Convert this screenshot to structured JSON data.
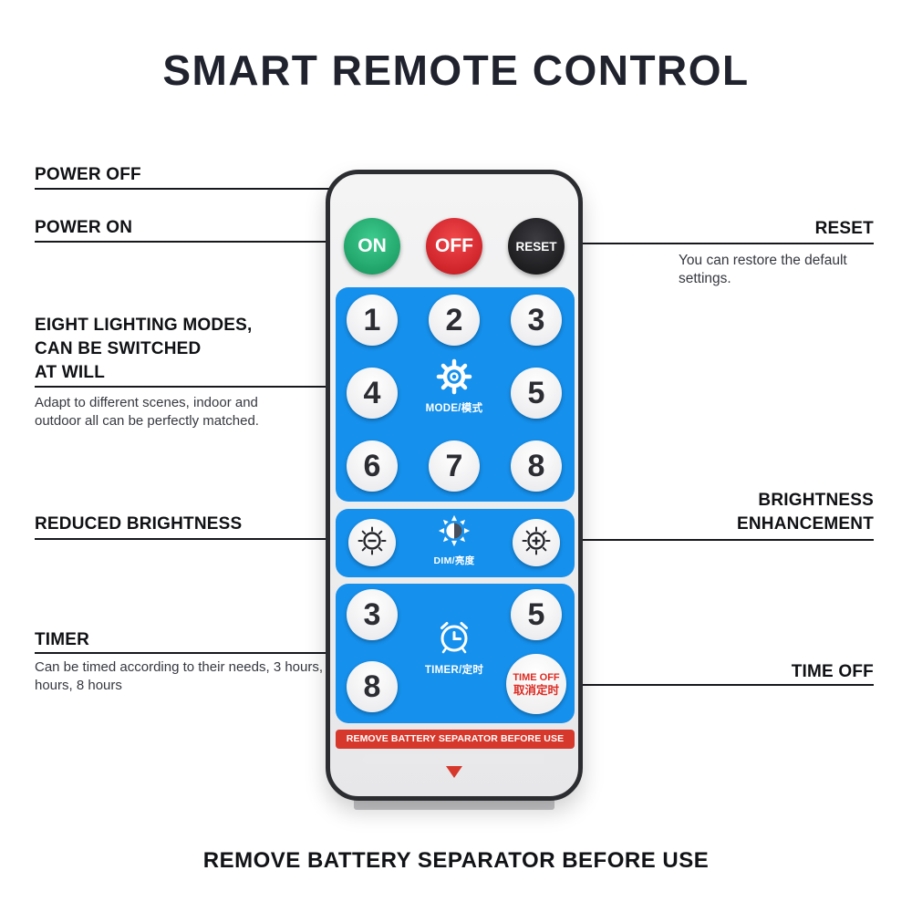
{
  "title": "SMART REMOTE CONTROL",
  "footer_caption": "REMOVE BATTERY SEPARATOR BEFORE USE",
  "annotations": {
    "power_off": {
      "label": "POWER OFF"
    },
    "power_on": {
      "label": "POWER ON"
    },
    "lighting_modes": {
      "label": "EIGHT LIGHTING MODES,\nCAN BE SWITCHED\nAT WILL",
      "description": "Adapt to different scenes, indoor and outdoor all can be perfectly matched."
    },
    "reduced_brightness": {
      "label": "REDUCED BRIGHTNESS"
    },
    "timer": {
      "label": "TIMER",
      "description": "Can be timed according to their needs, 3 hours, 5 hours, 8 hours"
    },
    "reset": {
      "label": "RESET",
      "description": "You can restore the default settings."
    },
    "brightness_enhancement": {
      "label": "BRIGHTNESS\nENHANCEMENT"
    },
    "time_off": {
      "label": "TIME OFF"
    }
  },
  "remote": {
    "power_buttons": {
      "on": "ON",
      "off": "OFF",
      "reset": "RESET"
    },
    "mode_digits": [
      "1",
      "2",
      "3",
      "4",
      "5",
      "6",
      "7",
      "8"
    ],
    "mode_label": "MODE/模式",
    "dim_label": "DIM/亮度",
    "timer_digits": [
      "3",
      "5",
      "8"
    ],
    "timer_label": "TIMER/定时",
    "time_off_button": {
      "line1": "TIME OFF",
      "line2": "取消定时"
    },
    "warning_strip": "REMOVE BATTERY SEPARATOR BEFORE USE"
  },
  "colors": {
    "on_button": "#1fae6e",
    "off_button": "#e5232b",
    "reset_button": "#1b1b1d",
    "panel_blue": "#1590ec",
    "warning_red": "#d6382c",
    "time_off_text": "#dd2b22",
    "line_black": "#17181c"
  }
}
